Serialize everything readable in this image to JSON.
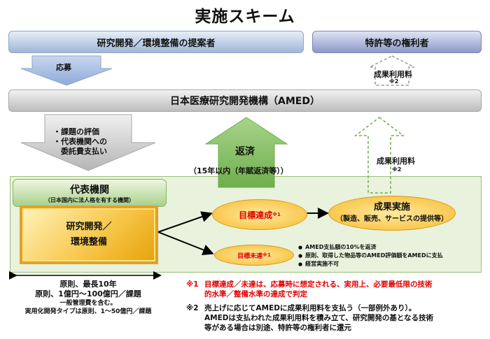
{
  "title": "実施スキーム",
  "bars": {
    "proposer": "研究開発／環境整備の提案者",
    "rights_holder": "特許等の権利者",
    "amed": "日本医療研究開発機構（AMED）"
  },
  "arrows": {
    "apply": "応募",
    "top_fee_label": "成果利用料",
    "top_fee_note": "※2",
    "eval_lines": [
      "・課題の評価",
      "・代表機関への",
      "　委託費支払い"
    ],
    "repay": "返済",
    "repay_sub": "（15年以内（年賦返済等））",
    "mid_fee_label": "成果利用料",
    "mid_fee_note": "※2"
  },
  "representative": {
    "title": "代表機関",
    "subtitle": "（日本国内に法人格を有する機関）",
    "rd_line1": "研究開発／",
    "rd_line2": "環境整備"
  },
  "outcomes": {
    "achieved": "目標達成",
    "achieved_mark": "※1",
    "unachieved": "目標未達",
    "unachieved_mark": "※1",
    "impl_title": "成果実施",
    "impl_sub": "（製造、販売、サービスの提供等）"
  },
  "unachieved_items": [
    "AMED支払額の10%を返済",
    "原則、取得した物品等のAMED評価額をAMEDに支払",
    "経営実施不可"
  ],
  "period": {
    "line1": "原則、最長10年",
    "line2": "原則、1億円～100億円／課題",
    "line3": "一般管理費を含む。",
    "line4": "実用化開発タイプは原則、1～50億円／課題"
  },
  "notes": {
    "n1_mark": "※1",
    "n1_line1": "目標達成／未達は、応募時に想定される、実用上、必要最低限の技術",
    "n1_line2": "的水準／整備水準の達成で判定",
    "n2_mark": "※2",
    "n2_line1": "売上げに応じてAMEDに成果利用料を支払う（一部例外あり）。",
    "n2_line2": "AMEDは支払われた成果利用料を積み立て、研究開発の基となる技術",
    "n2_line3": "等がある場合は別途、特許等の権利者に還元"
  },
  "colors": {
    "proposer_bar": "#9fb6d8",
    "rights_bar": "#8d97c8",
    "amed_bar": "#bdbdbd",
    "green_area": "#e9f2dc",
    "repay_arrow": "#8cc265",
    "apply_arrow": "#a9bfe4",
    "rd_box": "#f6c445",
    "note_red": "#e00000"
  }
}
